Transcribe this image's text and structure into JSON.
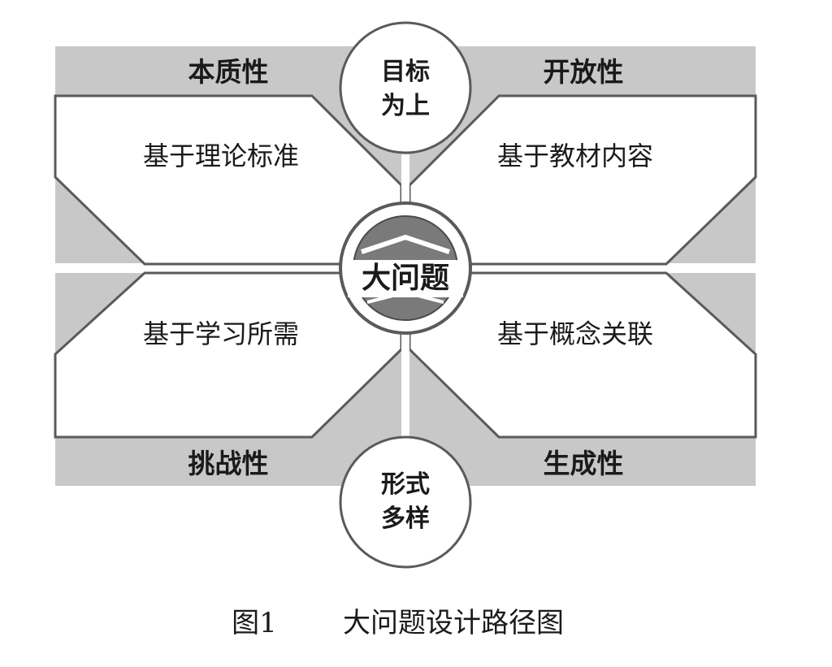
{
  "corners": {
    "top_left": "本质性",
    "top_right": "开放性",
    "bottom_left": "挑战性",
    "bottom_right": "生成性"
  },
  "panels": {
    "top_left": "基于理论标准",
    "top_right": "基于教材内容",
    "bottom_left": "基于学习所需",
    "bottom_right": "基于概念关联"
  },
  "center": {
    "label": "大问题"
  },
  "top_circle": {
    "line1": "目标",
    "line2": "为上"
  },
  "bottom_circle": {
    "line1": "形式",
    "line2": "多样"
  },
  "caption": {
    "figure_no": "图1",
    "title": "大问题设计路径图"
  },
  "colors": {
    "band": "#c8c8c8",
    "outline": "#5a5a5a",
    "panel": "#ffffff",
    "center_dark": "#7a7a7a"
  }
}
